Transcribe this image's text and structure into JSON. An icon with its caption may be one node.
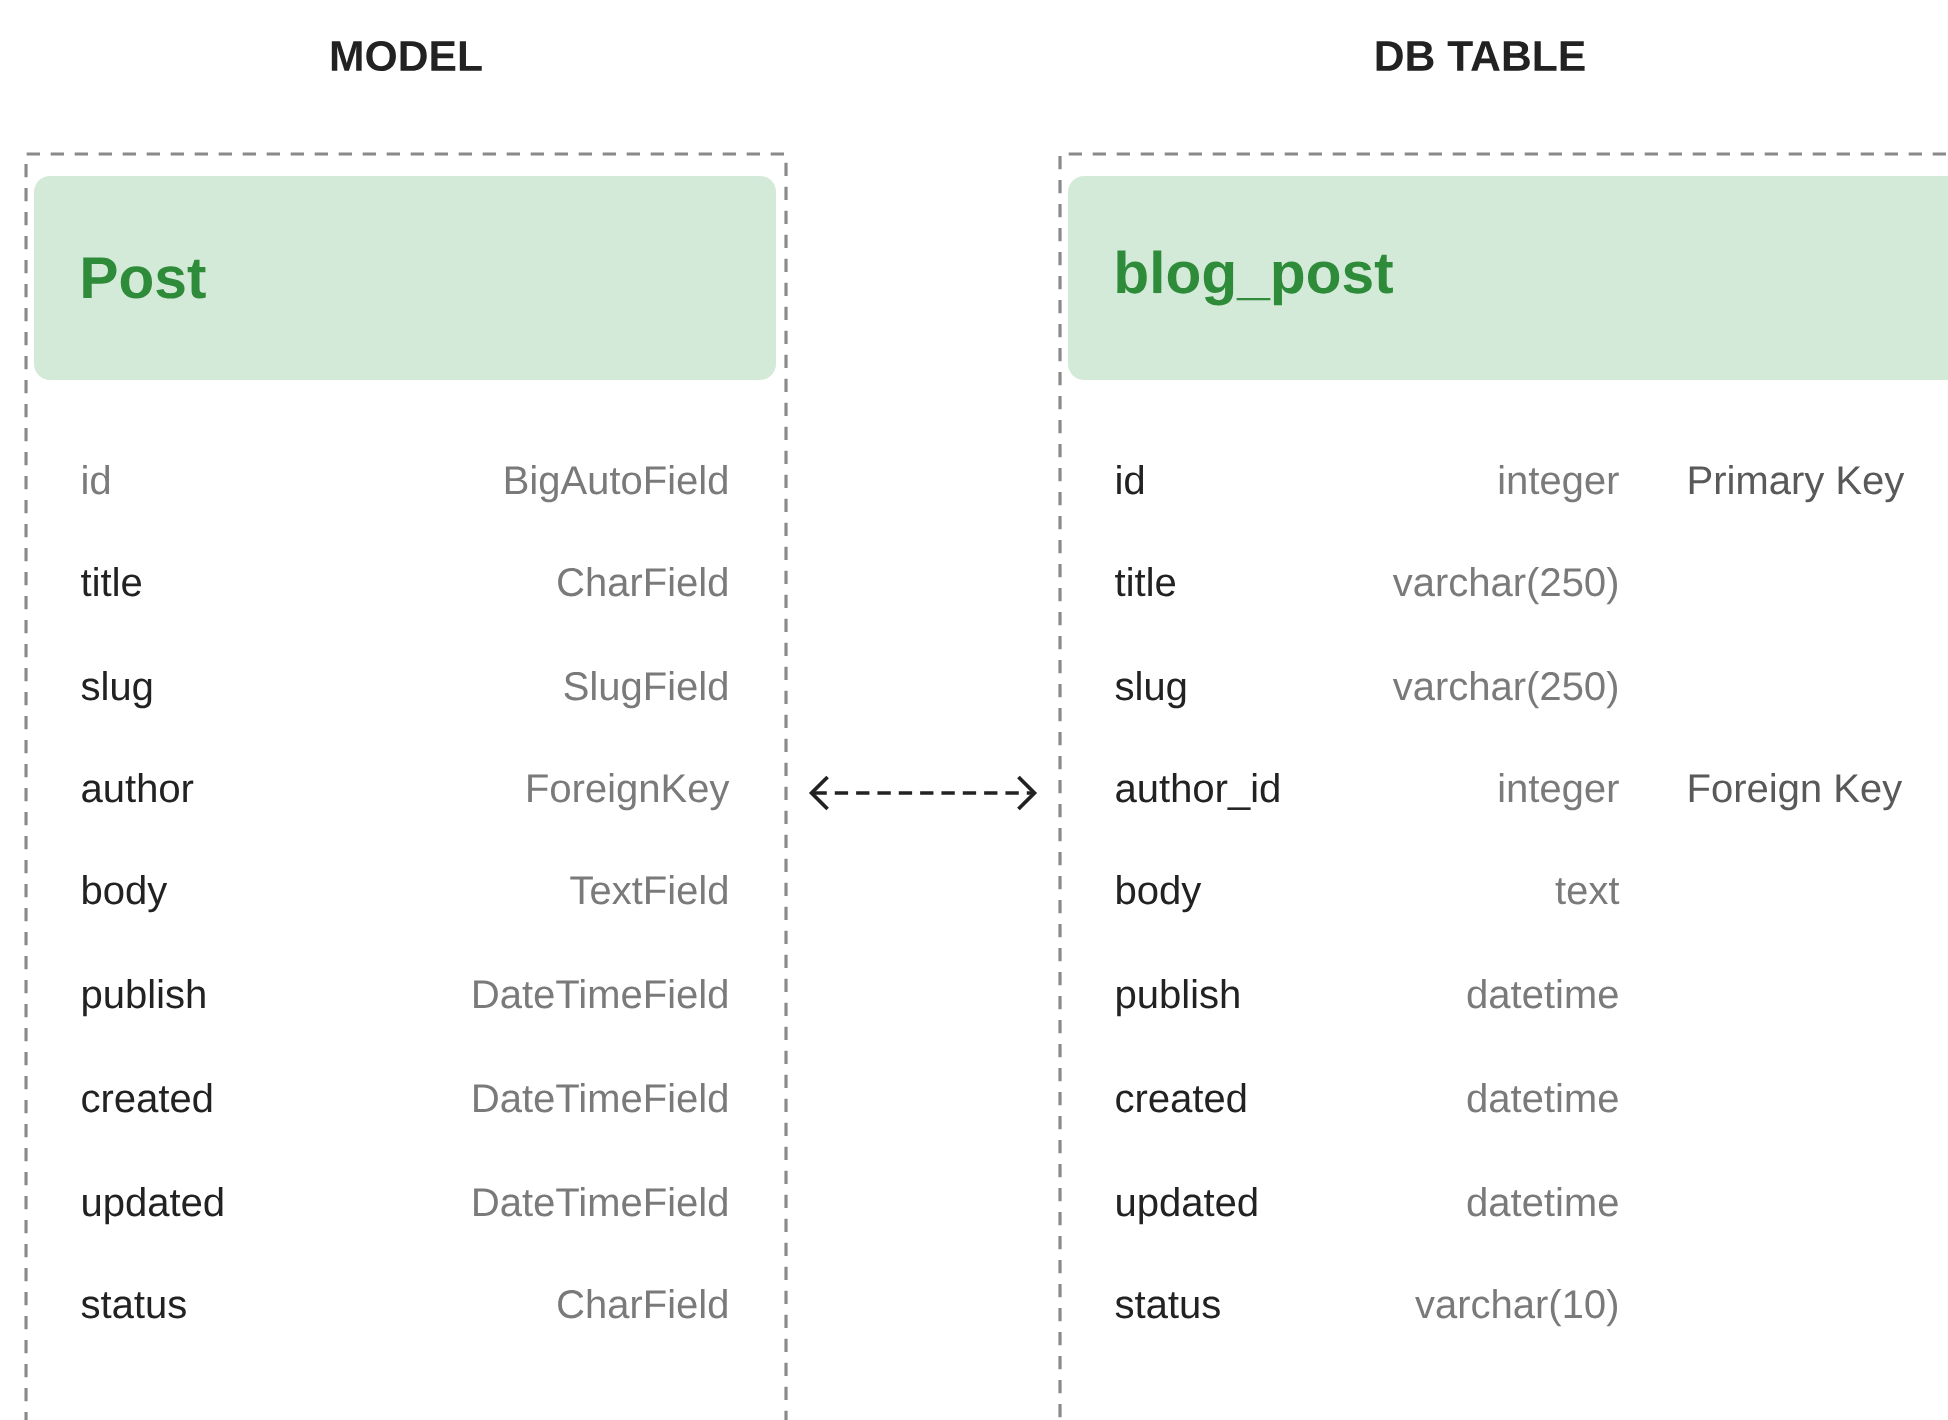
{
  "diagram": {
    "nodes": [
      {
        "text": [
          "MODEL"
        ]
      },
      {
        "text": [
          "Post"
        ],
        "in": 0
      },
      {
        "text": [
          "DB TABLE"
        ]
      },
      {
        "text": [
          "blog_post"
        ],
        "in": 2
      }
    ],
    "edges": [
      {
        "from": 0,
        "to": 2,
        "arrow": "both",
        "style": "dashed"
      }
    ],
    "labels": [
      "id",
      "BigAutoField",
      "title",
      "CharField",
      "slug",
      "SlugField",
      "author",
      "ForeignKey",
      "body",
      "TextField",
      "publish",
      "DateTimeField",
      "created",
      "DateTimeField",
      "updated",
      "DateTimeField",
      "status",
      "CharField",
      "id",
      "integer",
      "Primary Key",
      "title",
      "varchar(250)",
      "slug",
      "varchar(250)",
      "author_id",
      "integer",
      "Foreign Key",
      "body",
      "text",
      "publish",
      "datetime",
      "created",
      "datetime",
      "updated",
      "datetime",
      "status",
      "varchar(10)"
    ]
  }
}
